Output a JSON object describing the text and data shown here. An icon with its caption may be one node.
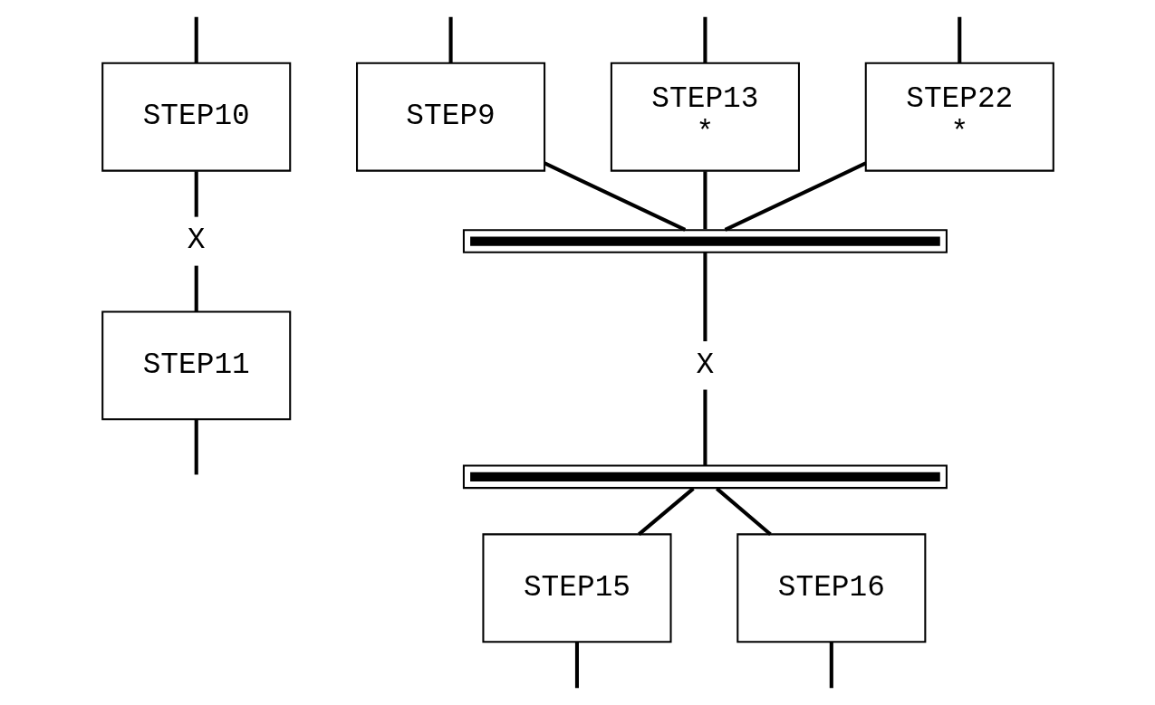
{
  "diagram": {
    "nodes": [
      {
        "text": [
          "STEP10"
        ]
      },
      {
        "text": [
          "X"
        ]
      },
      {
        "text": [
          "STEP11"
        ]
      },
      {
        "text": [
          "STEP9"
        ]
      },
      {
        "text": [
          "STEP13",
          "*"
        ]
      },
      {
        "text": [
          "STEP22",
          "*"
        ]
      },
      {
        "text": [],
        "shape": "bar"
      },
      {
        "text": [
          "X"
        ]
      },
      {
        "text": [],
        "shape": "bar"
      },
      {
        "text": [
          "STEP15"
        ]
      },
      {
        "text": [
          "STEP16"
        ]
      }
    ],
    "edges": [
      {
        "from": null,
        "to": 0,
        "arrow": "none"
      },
      {
        "from": 0,
        "to": 1,
        "arrow": "none"
      },
      {
        "from": 1,
        "to": 2,
        "arrow": "none"
      },
      {
        "from": 2,
        "to": null,
        "arrow": "none"
      },
      {
        "from": null,
        "to": 3,
        "arrow": "none"
      },
      {
        "from": null,
        "to": 4,
        "arrow": "none"
      },
      {
        "from": null,
        "to": 5,
        "arrow": "none"
      },
      {
        "from": 3,
        "to": 6,
        "arrow": "none"
      },
      {
        "from": 4,
        "to": 6,
        "arrow": "none"
      },
      {
        "from": 5,
        "to": 6,
        "arrow": "none"
      },
      {
        "from": 6,
        "to": 7,
        "arrow": "none"
      },
      {
        "from": 7,
        "to": 8,
        "arrow": "none"
      },
      {
        "from": 8,
        "to": 9,
        "arrow": "none"
      },
      {
        "from": 8,
        "to": 10,
        "arrow": "none"
      },
      {
        "from": 9,
        "to": null,
        "arrow": "none"
      },
      {
        "from": 10,
        "to": null,
        "arrow": "none"
      }
    ]
  }
}
